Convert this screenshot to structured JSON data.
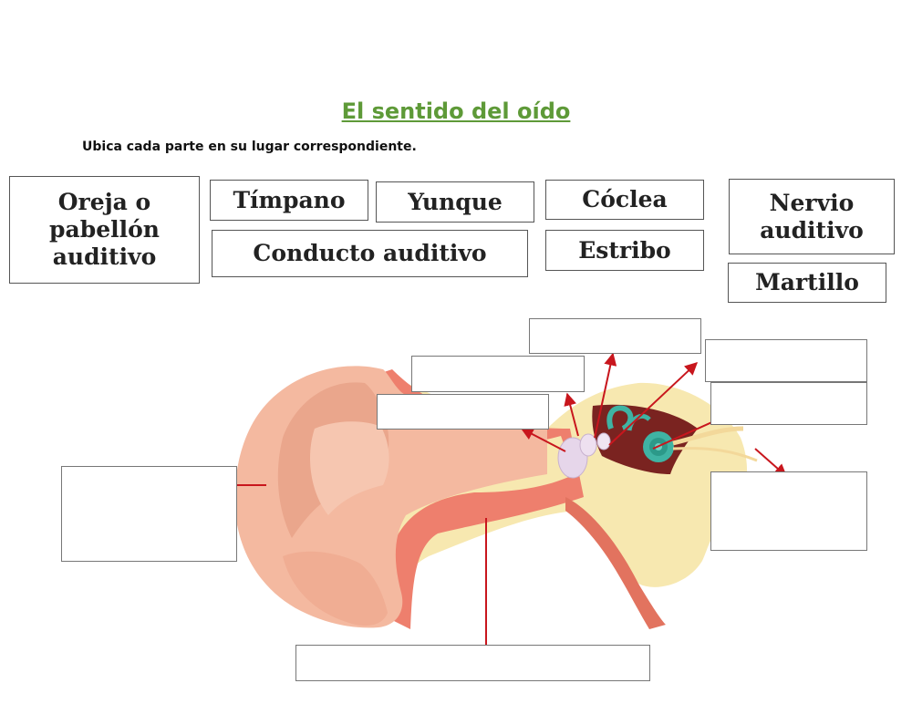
{
  "title": "El sentido del oído",
  "instruction": "Ubica cada parte en su lugar correspondiente.",
  "labels": {
    "oreja": "Oreja o pabellón auditivo",
    "timpano": "Tímpano",
    "yunque": "Yunque",
    "coclea": "Cóclea",
    "nervio": "Nervio auditivo",
    "conducto": "Conducto auditivo",
    "estribo": "Estribo",
    "martillo": "Martillo"
  },
  "colors": {
    "title": "#5e9a38",
    "arrow": "#c8161d",
    "skin": "#f4b9a0",
    "canal_red": "#ee7f6d",
    "cartilage": "#f7e8b0",
    "cochlea": "#3fb3a3",
    "ossicle": "#e6d6ea"
  }
}
